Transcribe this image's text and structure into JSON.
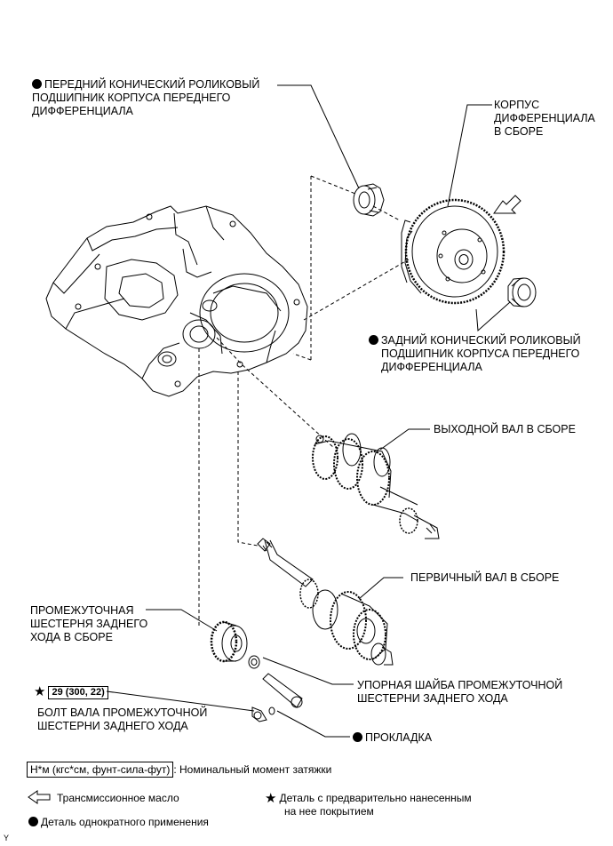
{
  "labels": {
    "front_bearing": [
      "ПЕРЕДНИЙ КОНИЧЕСКИЙ РОЛИКОВЫЙ",
      "ПОДШИПНИК КОРПУСА ПЕРЕДНЕГО",
      "ДИФФЕРЕНЦИАЛА"
    ],
    "diff_case": [
      "КОРПУС",
      "ДИФФЕРЕНЦИАЛА",
      "В СБОРЕ"
    ],
    "rear_bearing": [
      "ЗАДНИЙ КОНИЧЕСКИЙ РОЛИКОВЫЙ",
      "ПОДШИПНИК КОРПУСА ПЕРЕДНЕГО",
      "ДИФФЕРЕНЦИАЛА"
    ],
    "output_shaft": "ВЫХОДНОЙ ВАЛ В СБОРЕ",
    "input_shaft": "ПЕРВИЧНЫЙ ВАЛ В СБОРЕ",
    "idler_gear": [
      "ПРОМЕЖУТОЧНАЯ",
      "ШЕСТЕРНЯ ЗАДНЕГО",
      "ХОДА В СБОРЕ"
    ],
    "torque_value": "29 (300, 22)",
    "idler_bolt": [
      "БОЛТ ВАЛА ПРОМЕЖУТОЧНОЙ",
      "ШЕСТЕРНИ ЗАДНЕГО ХОДА"
    ],
    "thrust_washer": [
      "УПОРНАЯ ШАЙБА ПРОМЕЖУТОЧНОЙ",
      "ШЕСТЕРНИ ЗАДНЕГО ХОДА"
    ],
    "gasket": "ПРОКЛАДКА"
  },
  "legend": {
    "torque_unit": "Н*м (кгс*см, фунт-сила-фут)",
    "torque_desc": ": Номинальный момент затяжки",
    "oil": "Трансмиссионное масло",
    "precoated": [
      "Деталь с предварительно нанесенным",
      "на нее покрытием"
    ],
    "non_reusable": "Деталь однократного применения"
  },
  "corner_mark": "Y",
  "icons": [
    "filled-circle-icon",
    "star-icon",
    "outline-arrow-icon"
  ]
}
